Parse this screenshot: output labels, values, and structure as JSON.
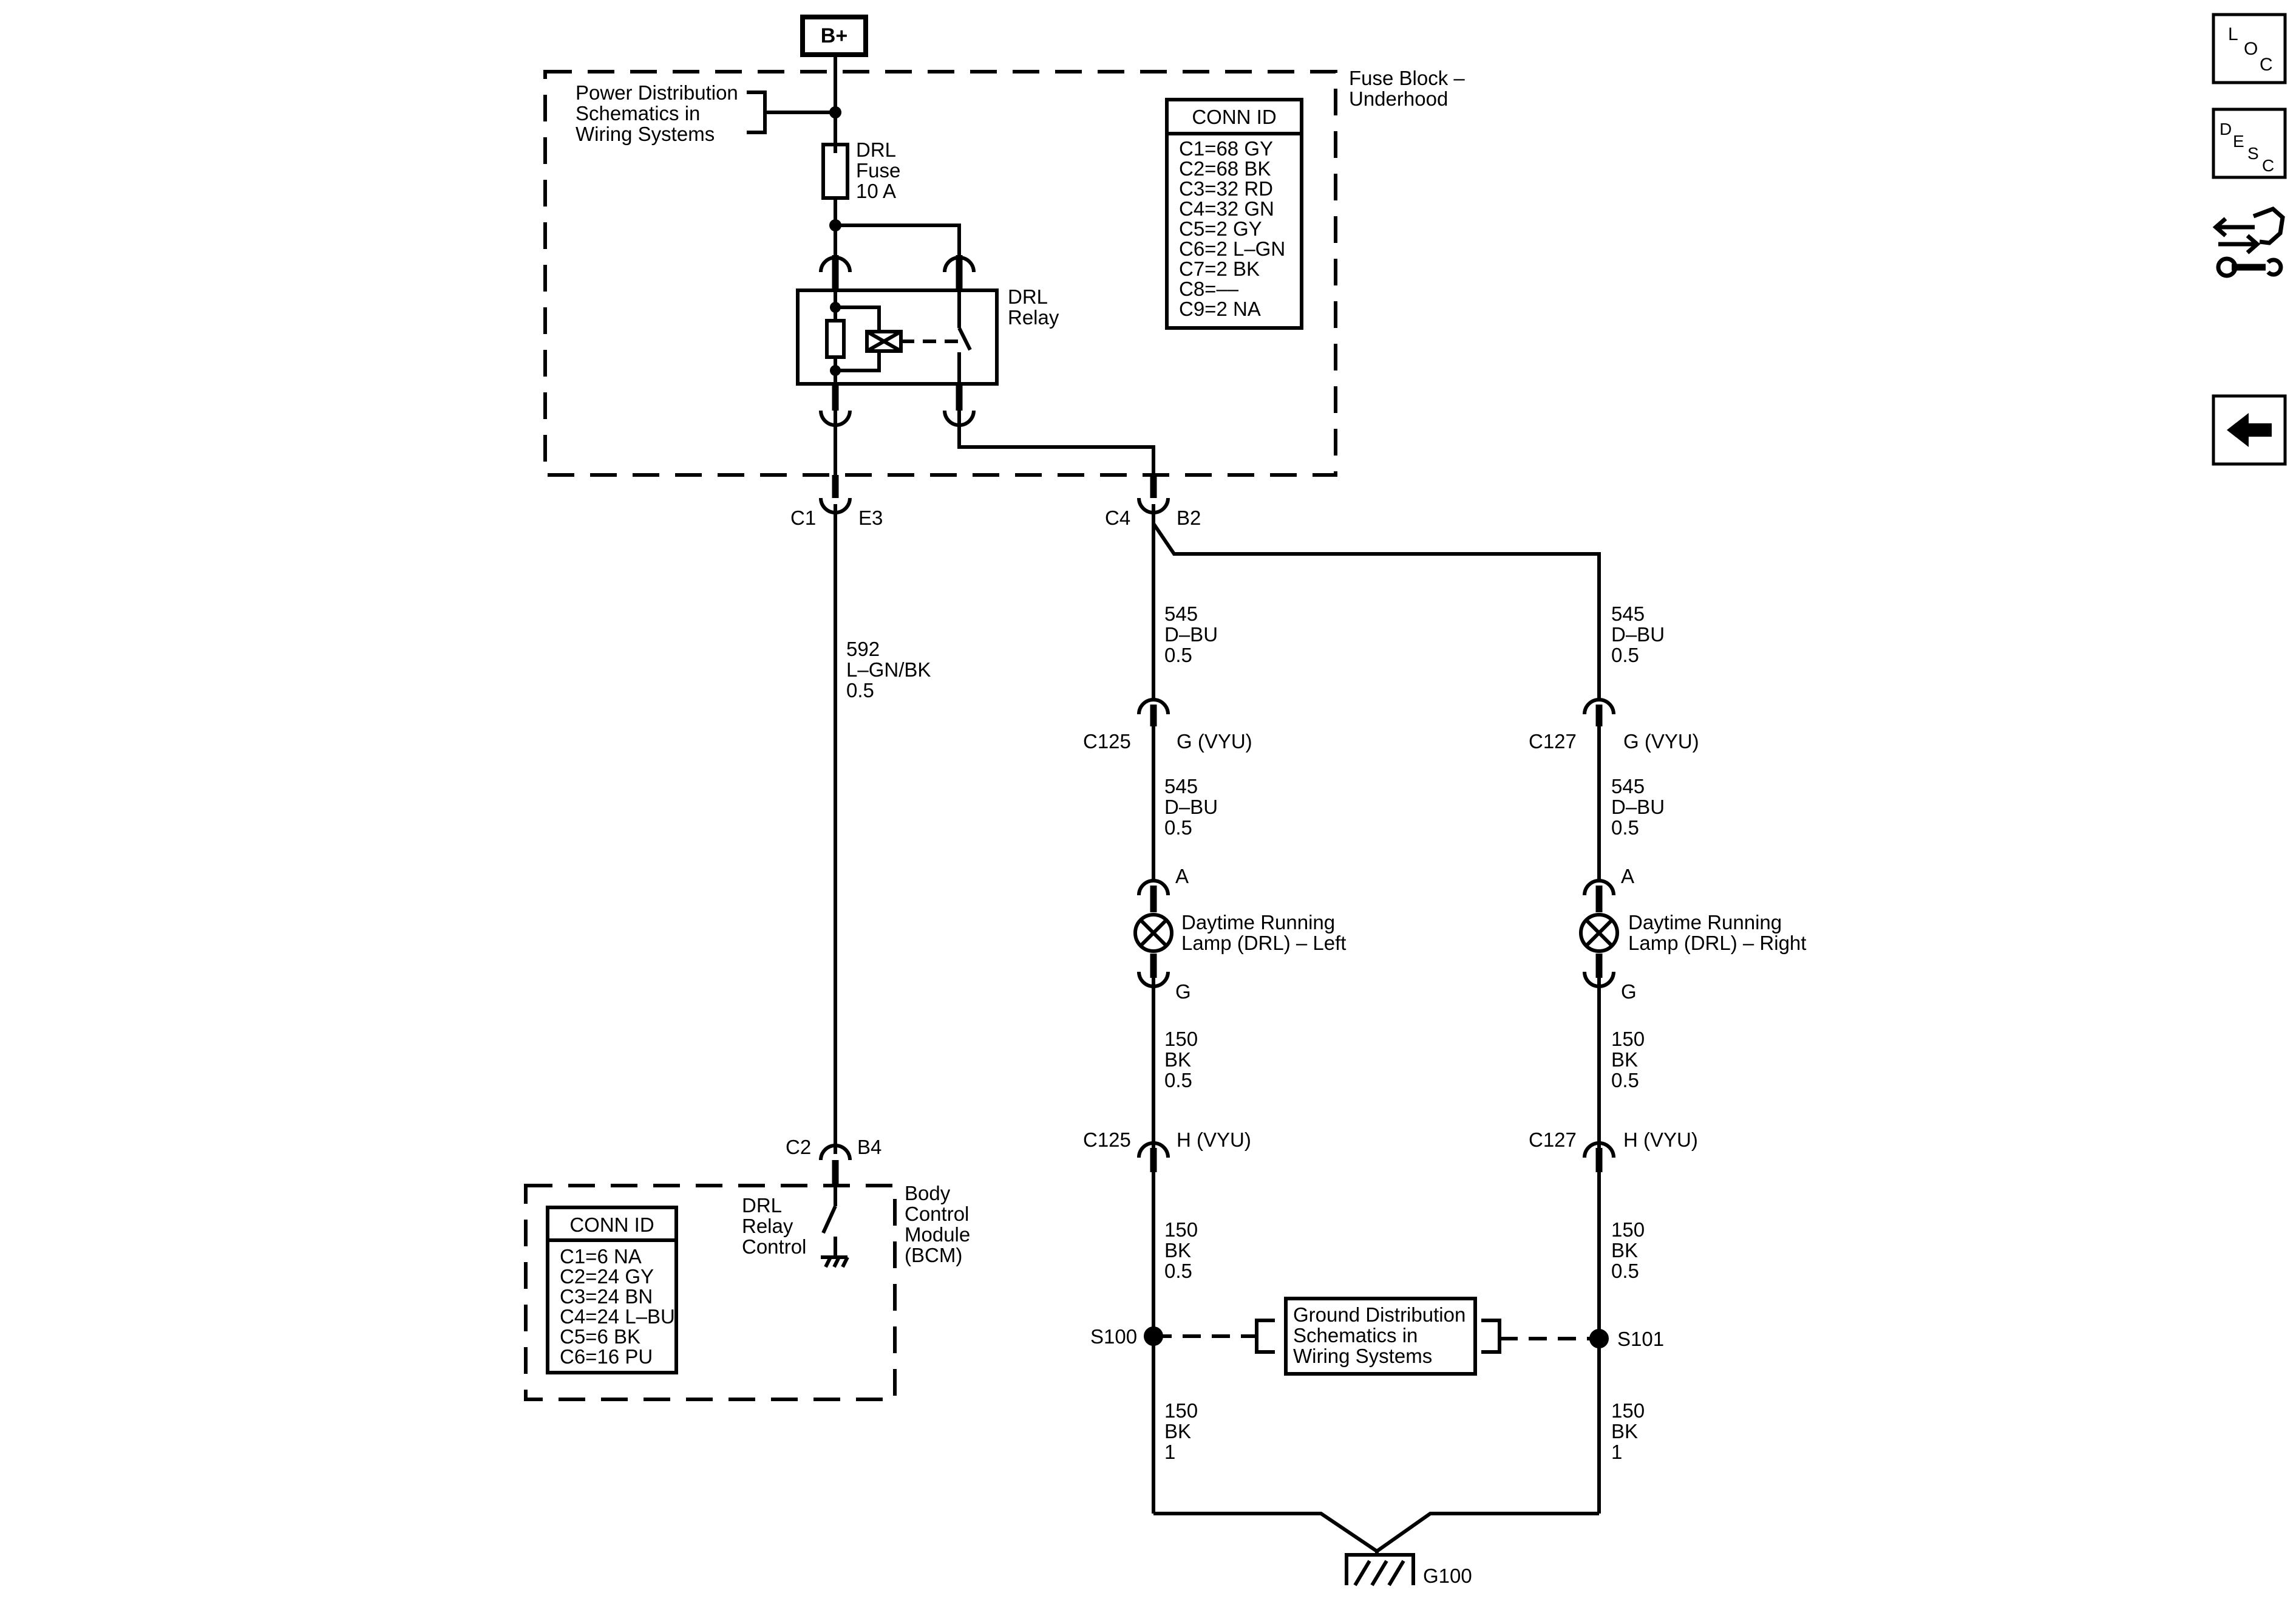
{
  "power": {
    "source": "B+"
  },
  "fuse_block": {
    "label_line1": "Fuse Block –",
    "label_line2": "Underhood",
    "power_ref": [
      "Power Distribution",
      "Schematics in",
      "Wiring Systems"
    ],
    "fuse": [
      "DRL",
      "Fuse",
      "10 A"
    ],
    "relay": [
      "DRL",
      "Relay"
    ],
    "conn_title": "CONN ID",
    "conn_ids": [
      "C1=68 GY",
      "C2=68 BK",
      "C3=32 RD",
      "C4=32 GN",
      "C5=2 GY",
      "C6=2 L–GN",
      "C7=2 BK",
      "C8=––",
      "C9=2 NA"
    ]
  },
  "connectors": {
    "c1": "C1",
    "e3": "E3",
    "c4": "C4",
    "b2": "B2",
    "c2": "C2",
    "b4": "B4",
    "c125_top": "C125",
    "g_vyu_left": "G (VYU)",
    "c127_top": "C127",
    "g_vyu_right": "G (VYU)",
    "c125_bot": "C125",
    "h_vyu_left": "H (VYU)",
    "c127_bot": "C127",
    "h_vyu_right": "H (VYU)",
    "pin_a_left": "A",
    "pin_g_left": "G",
    "pin_a_right": "A",
    "pin_g_right": "G"
  },
  "wires": {
    "w592": [
      "592",
      "L–GN/BK",
      "0.5"
    ],
    "w545_l1": [
      "545",
      "D–BU",
      "0.5"
    ],
    "w545_r1": [
      "545",
      "D–BU",
      "0.5"
    ],
    "w545_l2": [
      "545",
      "D–BU",
      "0.5"
    ],
    "w545_r2": [
      "545",
      "D–BU",
      "0.5"
    ],
    "w150_l1": [
      "150",
      "BK",
      "0.5"
    ],
    "w150_r1": [
      "150",
      "BK",
      "0.5"
    ],
    "w150_l2": [
      "150",
      "BK",
      "0.5"
    ],
    "w150_r2": [
      "150",
      "BK",
      "0.5"
    ],
    "w150_l3": [
      "150",
      "BK",
      "1"
    ],
    "w150_r3": [
      "150",
      "BK",
      "1"
    ]
  },
  "lamps": {
    "left": [
      "Daytime Running",
      "Lamp (DRL) – Left"
    ],
    "right": [
      "Daytime Running",
      "Lamp (DRL) – Right"
    ]
  },
  "bcm": {
    "label": [
      "Body",
      "Control",
      "Module",
      "(BCM)"
    ],
    "switch": [
      "DRL",
      "Relay",
      "Control"
    ],
    "conn_title": "CONN ID",
    "conn_ids": [
      "C1=6 NA",
      "C2=24 GY",
      "C3=24 BN",
      "C4=24 L–BU",
      "C5=6 BK",
      "C6=16 PU"
    ]
  },
  "ground": {
    "ref": [
      "Ground Distribution",
      "Schematics in",
      "Wiring Systems"
    ],
    "s100": "S100",
    "s101": "S101",
    "g100": "G100"
  },
  "side_buttons": {
    "loc": [
      "L",
      "O",
      "C"
    ],
    "desc": [
      "D",
      "E",
      "S",
      "C"
    ]
  },
  "icons": {
    "loc": "loc-button-icon",
    "desc": "desc-button-icon",
    "connector_tool": "connector-wrench-icon",
    "back": "back-arrow-icon"
  }
}
